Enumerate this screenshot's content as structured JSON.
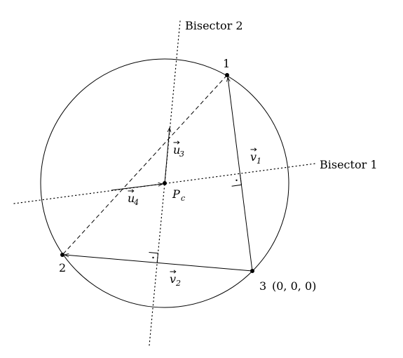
{
  "diagram": {
    "bisector_1_label": "Bisector 1",
    "bisector_2_label": "Bisector 2",
    "vertices": [
      {
        "name": "1"
      },
      {
        "name": "2"
      },
      {
        "name": "3",
        "coordinates": "(0, 0, 0)"
      }
    ],
    "center": {
      "symbol": "P",
      "subscript": "c"
    },
    "vectors": [
      {
        "symbol": "v",
        "subscript": "1"
      },
      {
        "symbol": "v",
        "subscript": "2"
      },
      {
        "symbol": "u",
        "subscript": "3"
      },
      {
        "symbol": "u",
        "subscript": "4"
      }
    ],
    "colors": {
      "stroke": "#000000",
      "background": "#ffffff"
    }
  }
}
